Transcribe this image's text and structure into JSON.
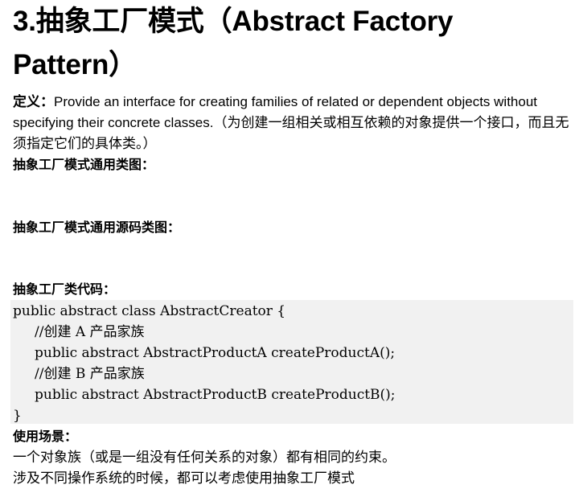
{
  "title": "3.抽象工厂模式（Abstract Factory Pattern）",
  "definition": {
    "term": "定义：",
    "text_en": "Provide an interface for creating families of related or dependent objects without specifying their concrete classes.",
    "text_cn": "（为创建一组相关或相互依赖的对象提供一个接口，而且无须指定它们的具体类。）"
  },
  "headings": {
    "class_diagram": "抽象工厂模式通用类图：",
    "source_diagram": "抽象工厂模式通用源码类图：",
    "factory_code": "抽象工厂类代码：",
    "usage": "使用场景："
  },
  "code": {
    "lines": [
      "public abstract class AbstractCreator {",
      "     //创建 A 产品家族",
      "     public abstract AbstractProductA createProductA();",
      "     //创建 B 产品家族",
      "     public abstract AbstractProductB createProductB();",
      "}"
    ]
  },
  "usage": {
    "line1": "一个对象族（或是一组没有任何关系的对象）都有相同的约束。",
    "line2": "涉及不同操作系统的时候，都可以考虑使用抽象工厂模式"
  }
}
